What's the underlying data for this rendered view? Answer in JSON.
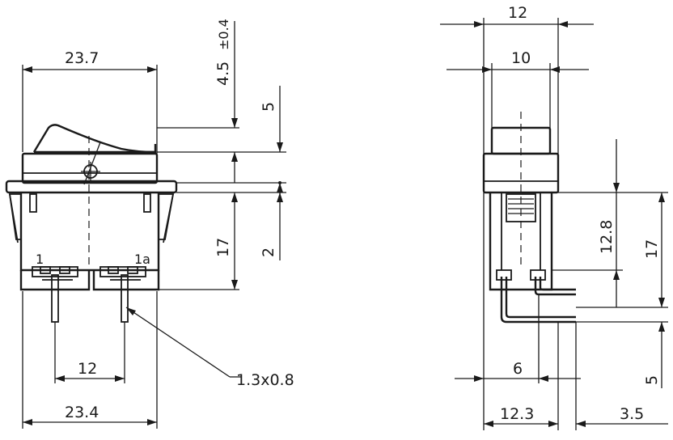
{
  "front_view": {
    "dim_top_width": "23.7",
    "dim_bottom_width": "23.4",
    "dim_pin_spacing": "12",
    "dim_pin_size": "1.3x0.8",
    "dim_rocker_travel": "4.5",
    "dim_rocker_tolerance": "±0.4",
    "dim_bezel": "5",
    "dim_flange": "2",
    "dim_body_height": "17",
    "terminal_left": "1",
    "terminal_right": "1a"
  },
  "side_view": {
    "dim_outer_width": "12",
    "dim_inner_width": "10",
    "dim_body_height": "12.8",
    "dim_total_height": "17",
    "dim_pin_offset": "6",
    "dim_pin_length": "5",
    "dim_base_width": "12.3",
    "dim_pin_protrusion": "3.5"
  },
  "colors": {
    "line": "#1a1a1a",
    "background": "#ffffff"
  }
}
